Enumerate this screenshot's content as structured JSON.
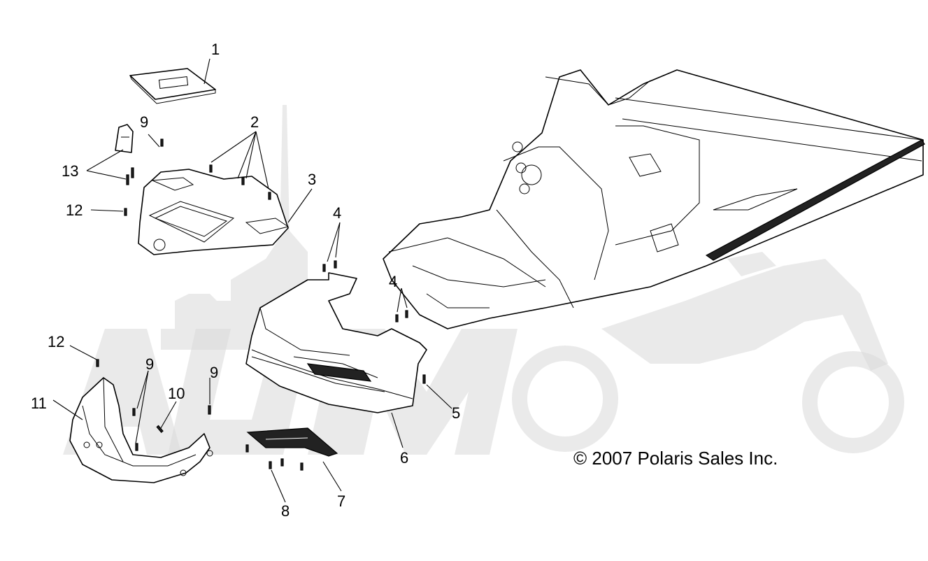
{
  "callouts": [
    {
      "id": "c1",
      "label": "1"
    },
    {
      "id": "c2",
      "label": "2"
    },
    {
      "id": "c3",
      "label": "3"
    },
    {
      "id": "c4a",
      "label": "4"
    },
    {
      "id": "c4b",
      "label": "4"
    },
    {
      "id": "c5",
      "label": "5"
    },
    {
      "id": "c6",
      "label": "6"
    },
    {
      "id": "c7",
      "label": "7"
    },
    {
      "id": "c8",
      "label": "8"
    },
    {
      "id": "c9a",
      "label": "9"
    },
    {
      "id": "c9b",
      "label": "9"
    },
    {
      "id": "c9c",
      "label": "9"
    },
    {
      "id": "c10",
      "label": "10"
    },
    {
      "id": "c11",
      "label": "11"
    },
    {
      "id": "c12a",
      "label": "12"
    },
    {
      "id": "c12b",
      "label": "12"
    },
    {
      "id": "c13",
      "label": "13"
    }
  ],
  "copyright": "© 2007 Polaris Sales Inc.",
  "watermark": "AutoMoto"
}
